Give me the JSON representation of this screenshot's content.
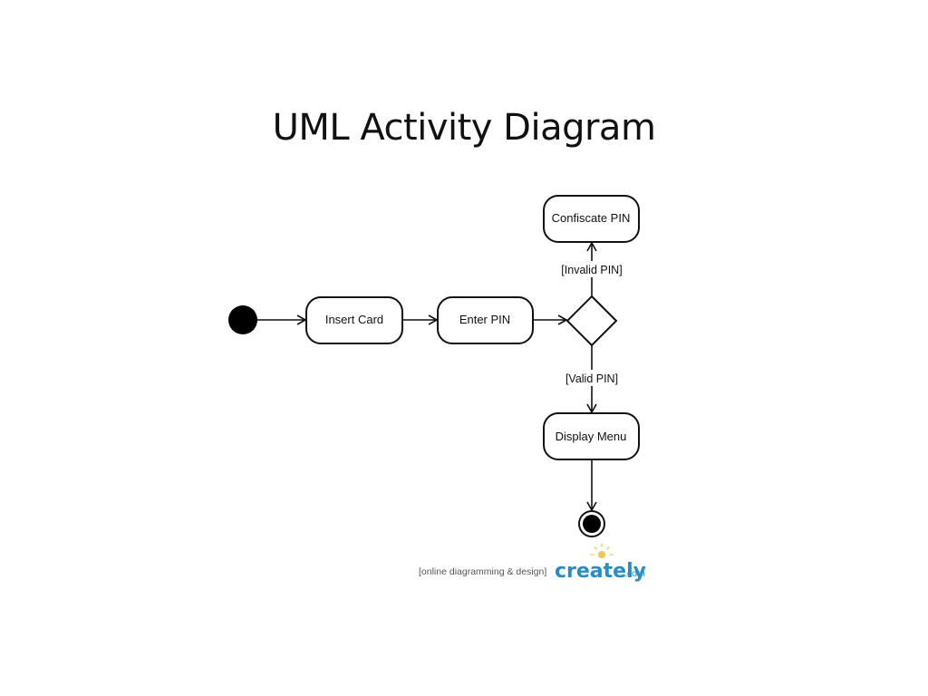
{
  "slide": {
    "title": "UML Activity Diagram"
  },
  "diagram": {
    "nodes": {
      "insert_card": "Insert Card",
      "enter_pin": "Enter PIN",
      "confiscate_pin": "Confiscate PIN",
      "display_menu": "Display Menu"
    },
    "guards": {
      "invalid": "[Invalid PIN]",
      "valid": "[Valid PIN]"
    }
  },
  "watermark": {
    "tagline": "[online diagramming & design]",
    "brand": "creately",
    "suffix": ".com"
  }
}
